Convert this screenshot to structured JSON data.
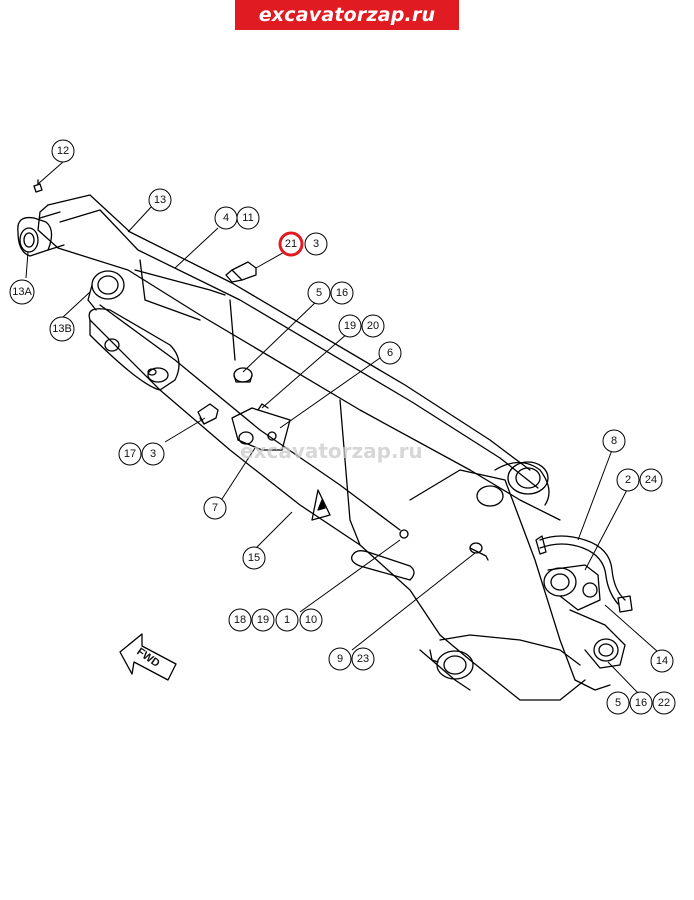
{
  "site": {
    "brand": "excavatorzap.ru",
    "brand_color": "#e11b22",
    "watermark": "excavatorzap.ru"
  },
  "diagram": {
    "direction_label": "FWD",
    "highlight_color": "#e11b22",
    "callouts": {
      "c12": "12",
      "c13": "13",
      "c13a": "13A",
      "c13b": "13B",
      "c4": "4",
      "c11": "11",
      "c21": "21",
      "c3a": "3",
      "c5a": "5",
      "c16a": "16",
      "c19a": "19",
      "c20": "20",
      "c6": "6",
      "c17": "17",
      "c3b": "3",
      "c7": "7",
      "c15": "15",
      "c8": "8",
      "c2": "2",
      "c24": "24",
      "c18": "18",
      "c19b": "19",
      "c1": "1",
      "c10": "10",
      "c9": "9",
      "c23": "23",
      "c14": "14",
      "c5b": "5",
      "c16b": "16",
      "c22": "22"
    }
  }
}
